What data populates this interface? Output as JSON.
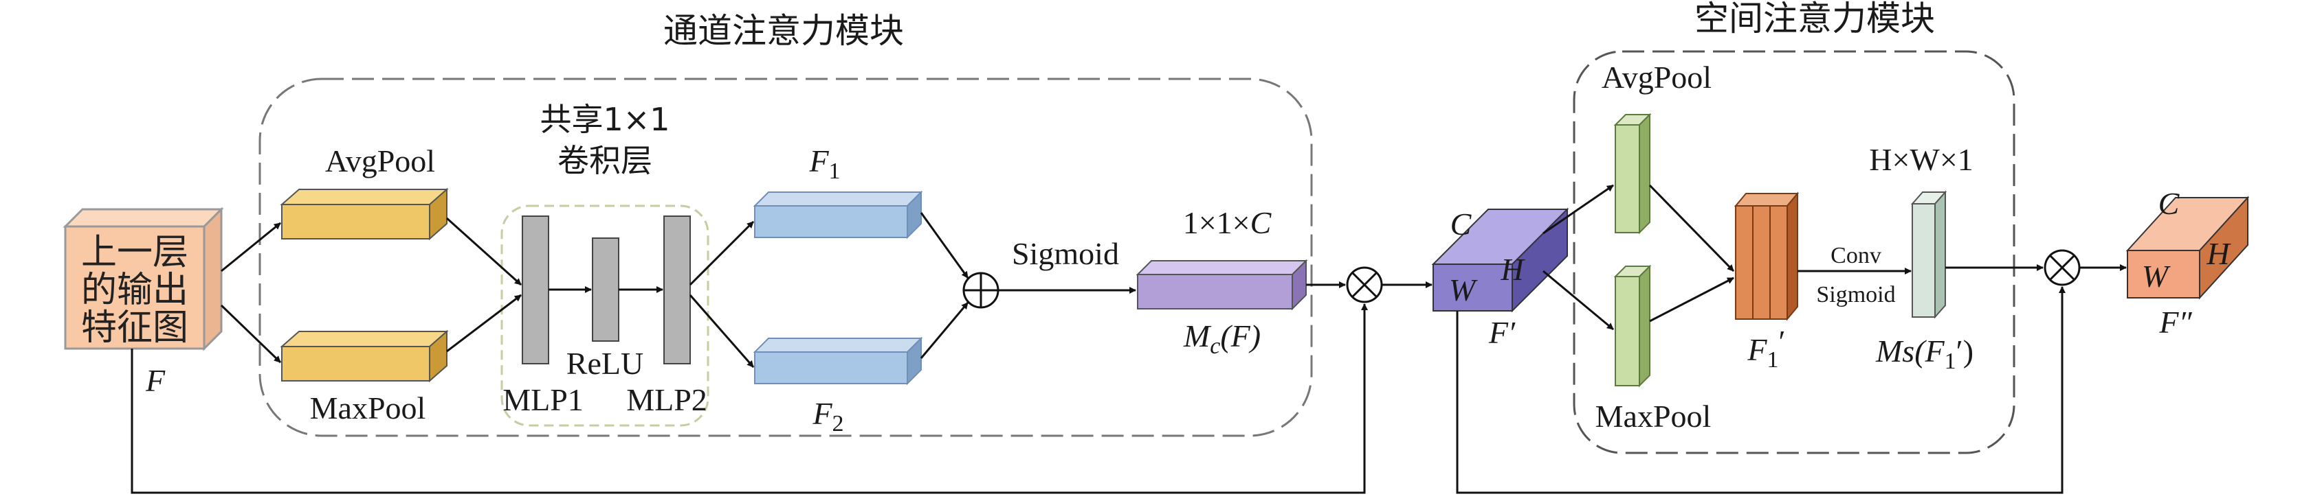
{
  "colors": {
    "pool": "#f0c766",
    "pool_top": "#f6d888",
    "pool_side": "#c99a35",
    "feature": "#a8c6e6",
    "feature_top": "#cbdcf0",
    "feature_side": "#7e9fc6",
    "mc": "#b39fd8",
    "mc_top": "#d4c6ee",
    "mc_side": "#8a74b6",
    "input": "#f9c9a6",
    "fprime": "#8b80cc",
    "fprime_top": "#b4abe6",
    "fprime_side": "#5e54a6",
    "spatial_pool": "#c9dea6",
    "spatial_pool_side": "#8fae63",
    "concat": "#e08a56",
    "concat_side": "#b15a28",
    "ms": "#d7e5dc",
    "output": "#f2a580",
    "output_side": "#cf7645",
    "mlp": "#b4b4b4",
    "dashed_border": "#777777",
    "mlp_border": "#c8cca0"
  },
  "channel_module": {
    "title": "通道注意力模块",
    "avgpool": "AvgPool",
    "maxpool": "MaxPool",
    "shared_conv_line1": "共享1×1",
    "shared_conv_line2": "卷积层",
    "mlp1": "MLP1",
    "relu": "ReLU",
    "mlp2": "MLP2",
    "f1_base": "F",
    "f1_sub": "1",
    "f2_base": "F",
    "f2_sub": "2",
    "sigmoid": "Sigmoid",
    "mc_dims": "1×1×",
    "mc_dims_c": "C",
    "mc_label_base": "M",
    "mc_label_sub": "c",
    "mc_label_arg": "(F)"
  },
  "input_block": {
    "line1": "上一层",
    "line2": "的输出",
    "line3": "特征图",
    "label": "F"
  },
  "fprime_block": {
    "c_label": "C",
    "w_label": "W",
    "h_label": "H",
    "name": "F′"
  },
  "spatial_module": {
    "title": "空间注意力模块",
    "avgpool": "AvgPool",
    "maxpool": "MaxPool",
    "f1prime_base": "F",
    "f1prime_sub": "1",
    "f1prime_prime": "′",
    "conv": "Conv",
    "sigmoid": "Sigmoid",
    "hw_dims": "H×W×1",
    "ms_base": "Ms(F",
    "ms_sub": "1",
    "ms_tail": "′)"
  },
  "output_block": {
    "c_label": "C",
    "w_label": "W",
    "h_label": "H",
    "name": "F″"
  },
  "operators": {
    "add_symbol": "⊕",
    "multiply_symbol": "⊗"
  }
}
